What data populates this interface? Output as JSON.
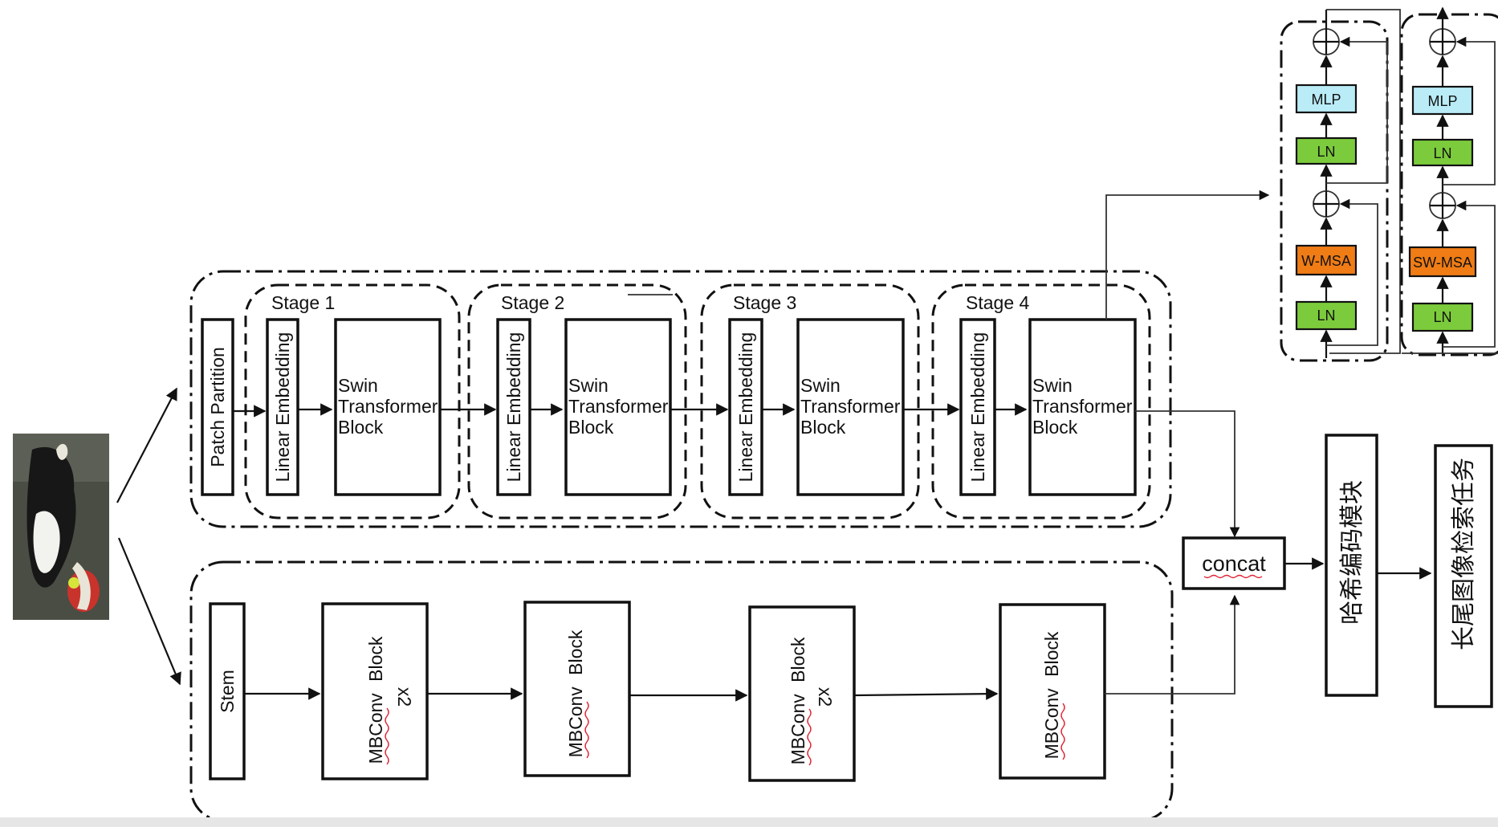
{
  "colors": {
    "mlp_fill": "#b9ecf7",
    "ln_fill": "#7ccb3c",
    "msa_fill": "#f07c15",
    "line": "#111111"
  },
  "input_image": {
    "icon": "dog-photo",
    "description_visible": false
  },
  "swin_branch": {
    "patch_partition": "Patch Partition",
    "stages": [
      {
        "title": "Stage 1",
        "embedding": "Linear Embedding",
        "block_lines": [
          "Swin",
          "Transformer",
          "Block"
        ]
      },
      {
        "title": "Stage 2",
        "embedding": "Linear Embedding",
        "block_lines": [
          "Swin",
          "Transformer",
          "Block"
        ]
      },
      {
        "title": "Stage 3",
        "embedding": "Linear Embedding",
        "block_lines": [
          "Swin",
          "Transformer",
          "Block"
        ]
      },
      {
        "title": "Stage 4",
        "embedding": "Linear Embedding",
        "block_lines": [
          "Swin",
          "Transformer",
          "Block"
        ]
      }
    ]
  },
  "efficientnet_branch": {
    "stem": "Stem",
    "blocks": [
      {
        "name": "MBConv",
        "word": "Block",
        "repeat": "x2"
      },
      {
        "name": "MBConv",
        "word": "Block",
        "repeat": ""
      },
      {
        "name": "MBConv",
        "word": "Block",
        "repeat": "x2"
      },
      {
        "name": "MBConv",
        "word": "Block",
        "repeat": ""
      }
    ]
  },
  "concat": "concat",
  "hash_module": "哈希编码模块",
  "task": "长尾图像检索任务",
  "swin_detail": {
    "block1": {
      "mlp": "MLP",
      "ln_top": "LN",
      "msa": "W-MSA",
      "ln_bottom": "LN"
    },
    "block2": {
      "mlp": "MLP",
      "ln_top": "LN",
      "msa": "SW-MSA",
      "ln_bottom": "LN"
    }
  }
}
